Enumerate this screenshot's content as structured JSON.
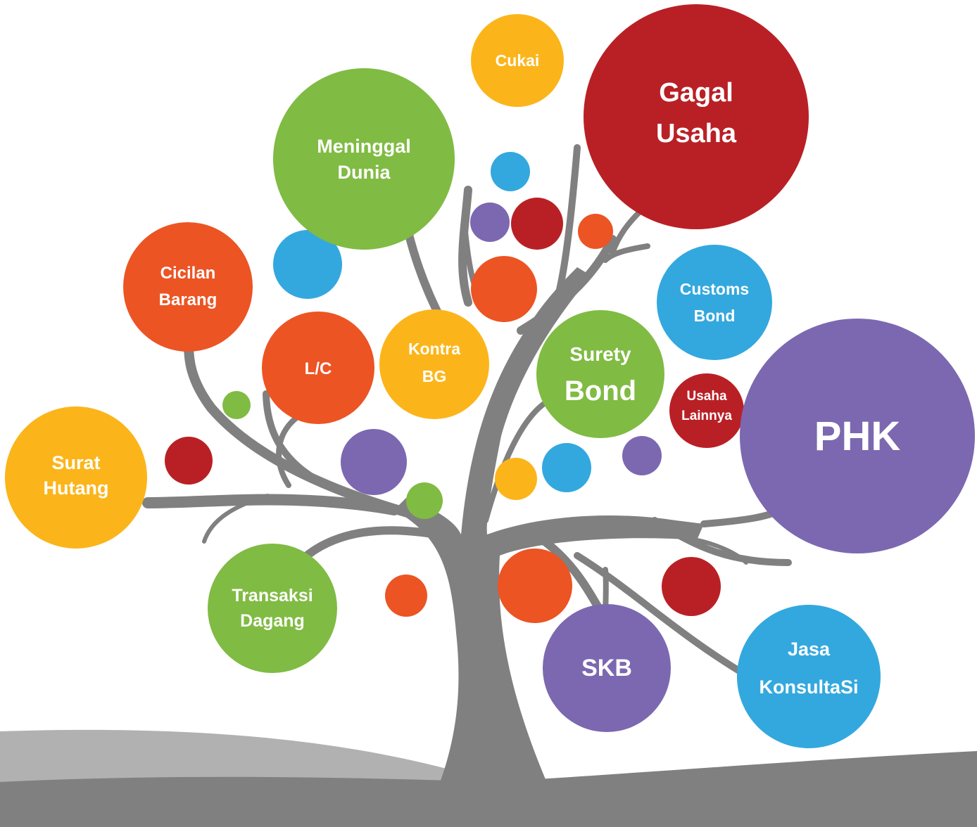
{
  "colors": {
    "green": "#80bb43",
    "red": "#b92025",
    "orange": "#ec5424",
    "yellow": "#fbb51b",
    "blue": "#33a8de",
    "purple": "#7c68b0",
    "trunk": "#808080",
    "ground_light": "#b1b1b1",
    "ground_dark": "#808080"
  },
  "labels": {
    "cukai": "Cukai",
    "gagal_usaha": [
      "Gagal",
      "Usaha"
    ],
    "meninggal_dunia": [
      "Meninggal",
      "Dunia"
    ],
    "cicilan_barang": [
      "Cicilan",
      "Barang"
    ],
    "customs_bond": [
      "Customs",
      "Bond"
    ],
    "lc": "L/C",
    "kontra_bg": [
      "Kontra",
      "BG"
    ],
    "surety_bond": [
      "Surety",
      "Bond"
    ],
    "usaha_lainnya": [
      "Usaha",
      "Lainnya"
    ],
    "phk": "PHK",
    "surat_hutang": [
      "Surat",
      "Hutang"
    ],
    "transaksi_dagang": [
      "Transaksi",
      "Dagang"
    ],
    "skb": "SKB",
    "jasa_konsultasi": [
      "Jasa",
      "KonsultaSi"
    ]
  }
}
